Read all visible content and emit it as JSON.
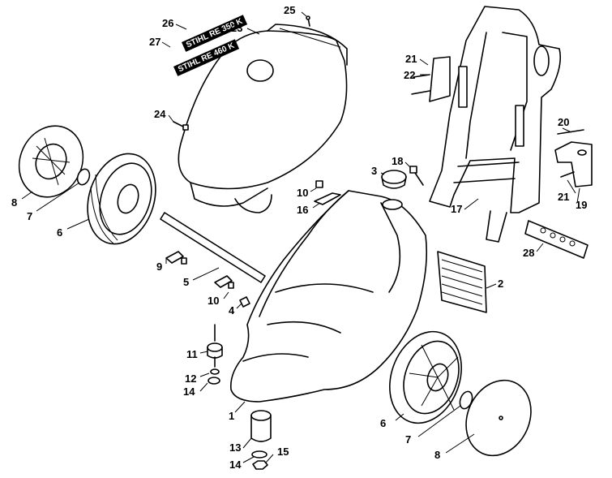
{
  "decals": {
    "upper": "STIHL RE 350 K",
    "lower": "STIHL RE 460 K"
  },
  "labels": {
    "p1": "1",
    "p2": "2",
    "p3": "3",
    "p4": "4",
    "p5": "5",
    "p6a": "6",
    "p6b": "6",
    "p7a": "7",
    "p7b": "7",
    "p8a": "8",
    "p8b": "8",
    "p9": "9",
    "p10a": "10",
    "p10b": "10",
    "p11": "11",
    "p12": "12",
    "p13": "13",
    "p14a": "14",
    "p14b": "14",
    "p15": "15",
    "p16": "16",
    "p17": "17",
    "p18": "18",
    "p19": "19",
    "p20": "20",
    "p21a": "21",
    "p21b": "21",
    "p22": "22",
    "p23": "23",
    "p24": "24",
    "p25": "25",
    "p26": "26",
    "p27": "27",
    "p28": "28"
  }
}
